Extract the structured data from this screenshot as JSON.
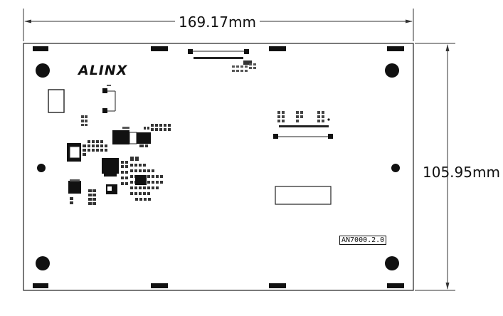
{
  "dimensions": {
    "width_label": "169.17mm",
    "height_label": "105.95mm"
  },
  "board": {
    "brand_logo": "ALINX",
    "version_label": "AN7000.2.0"
  }
}
